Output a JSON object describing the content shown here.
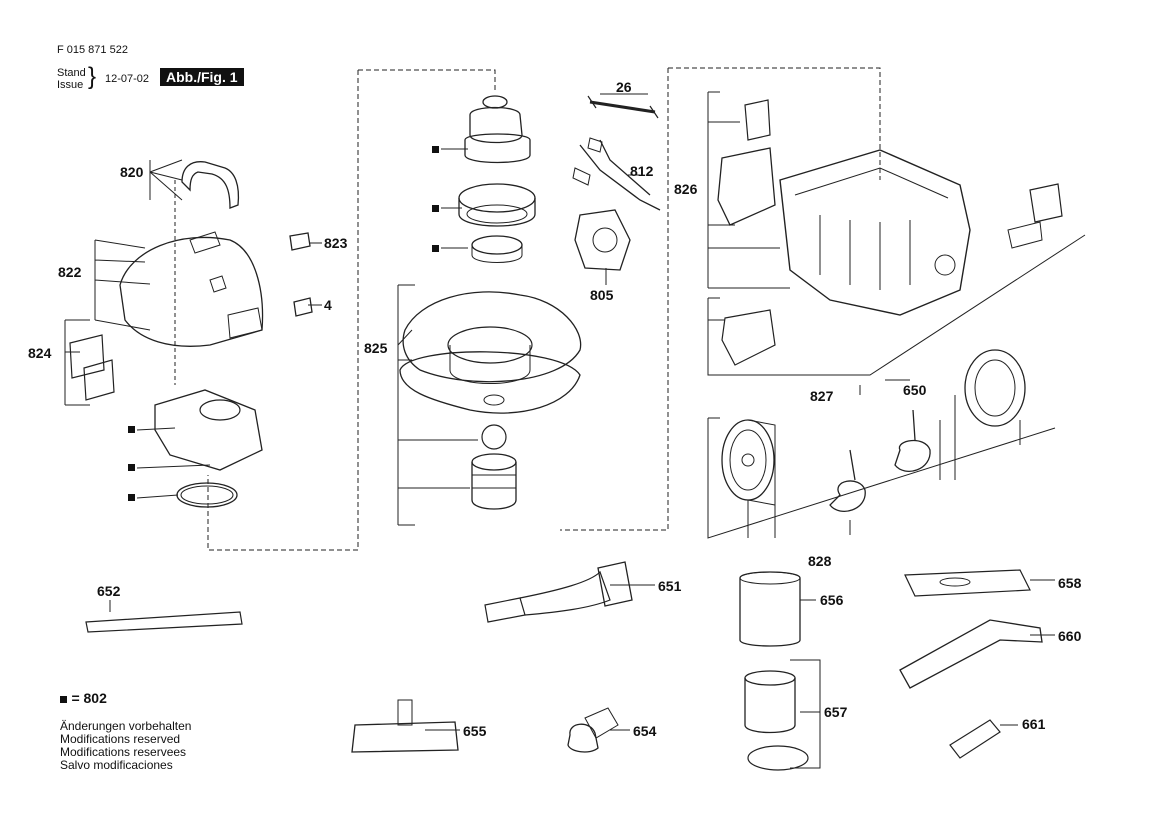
{
  "header": {
    "doc_number": "F 015 871 522",
    "stand_label": "Stand",
    "issue_label": "Issue",
    "date": "12-07-02",
    "figure_label": "Abb./Fig. 1"
  },
  "callouts": {
    "c820": "820",
    "c822": "822",
    "c824": "824",
    "c823": "823",
    "c4": "4",
    "c825": "825",
    "c26": "26",
    "c812": "812",
    "c805": "805",
    "c826": "826",
    "c827": "827",
    "c650": "650",
    "c828": "828",
    "c652": "652",
    "c651": "651",
    "c656": "656",
    "c657": "657",
    "c658": "658",
    "c660": "660",
    "c661": "661",
    "c655": "655",
    "c654": "654"
  },
  "legend": {
    "marker_text": "= 802",
    "notes": [
      "Änderungen vorbehalten",
      "Modifications reserved",
      "Modifications reservees",
      "Salvo modificaciones"
    ]
  }
}
